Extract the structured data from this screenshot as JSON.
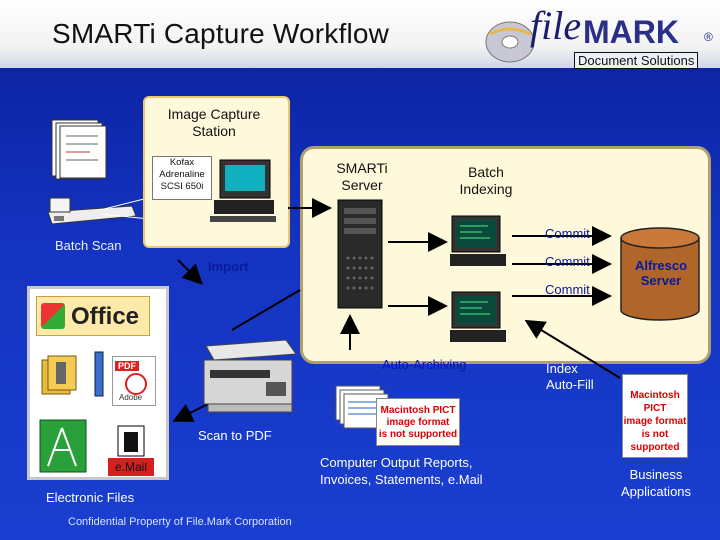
{
  "header": {
    "title": "SMARTi Capture Workflow",
    "logo": "fileMARK",
    "logo_file": "file",
    "logo_mark": "MARK",
    "registered": "®",
    "tagline": "Document Solutions"
  },
  "capture_station": {
    "title_line1": "Image Capture",
    "title_line2": "Station",
    "card_line1": "Kofax",
    "card_line2": "Adrenaline",
    "card_line3": "SCSI 650i"
  },
  "labels": {
    "batch_scan": "Batch Scan",
    "import": "Import",
    "smarti_server_l1": "SMARTi",
    "smarti_server_l2": "Server",
    "batch_indexing_l1": "Batch",
    "batch_indexing_l2": "Indexing",
    "commit_1": "Commit",
    "commit_2": "Commit",
    "commit_3": "Commit",
    "alfresco_l1": "Alfresco",
    "alfresco_l2": "Server",
    "auto_archiving": "Auto-Archiving",
    "index_autofill_l1": "Index",
    "index_autofill_l2": "Auto-Fill",
    "scan_to_pdf": "Scan to PDF",
    "cold_l1": "Computer Output Reports,",
    "cold_l2": "Invoices, Statements, e.Mail",
    "business_apps_l1": "Business",
    "business_apps_l2": "Applications",
    "electronic_files": "Electronic Files",
    "email": "e.Mail",
    "office": "Office",
    "pdf": "PDF",
    "adobe": "Adobe",
    "pict_l1": "Macintosh PICT",
    "pict_l2": "image format",
    "pict_l3": "is not supported",
    "footer": "Confidential Property of File.Mark Corporation"
  },
  "colors": {
    "background": "#1433c0",
    "panel": "#fff9dc",
    "accent_blue": "#0a1a9a",
    "cylinder": "#b0652a"
  }
}
